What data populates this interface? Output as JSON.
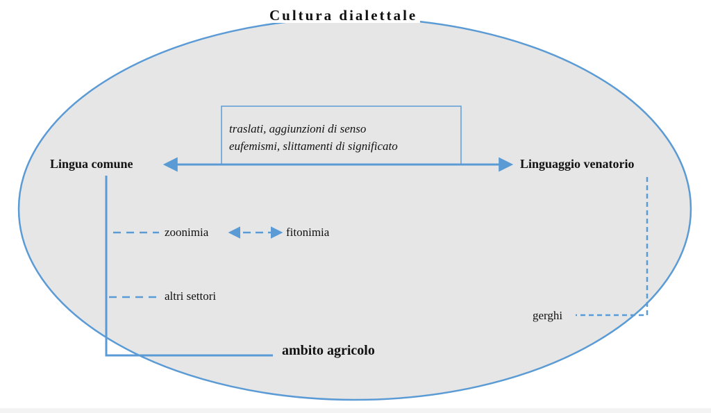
{
  "title": "Cultura dialettale",
  "nodes": {
    "lingua_comune": "Lingua comune",
    "linguaggio_venatorio": "Linguaggio venatorio",
    "ambito_agricolo": "ambito agricolo",
    "zoonimia": "zoonimia",
    "fitonimia": "fitonimia",
    "altri_settori": "altri settori",
    "gerghi": "gerghi"
  },
  "relation_box": {
    "line1": "traslati, aggiunzioni di senso",
    "line2": "eufemismi, slittamenti di significato"
  },
  "colors": {
    "ellipse_fill": "#e6e6e6",
    "line": "#5b9bd5",
    "text": "#111111"
  }
}
